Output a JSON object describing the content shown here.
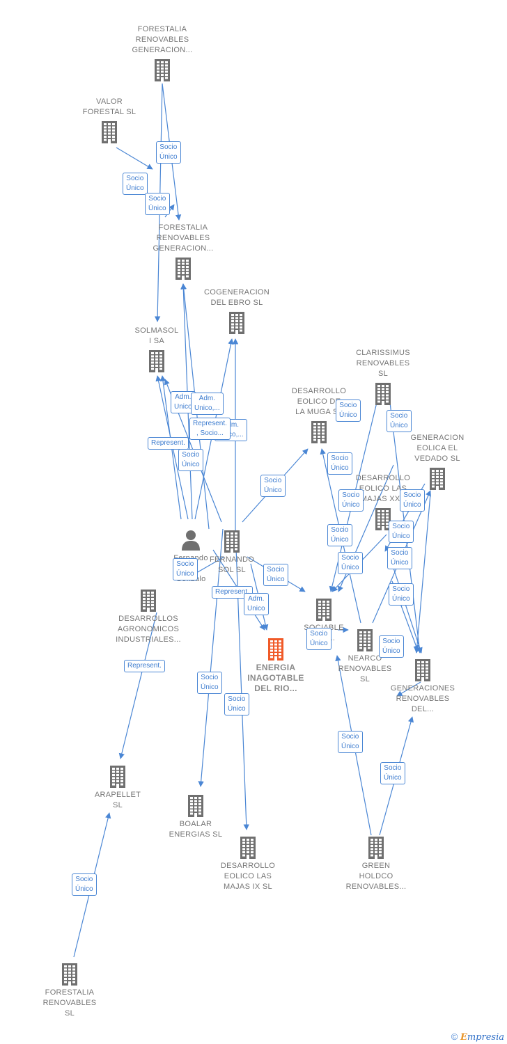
{
  "colors": {
    "edge": "#4a86d4",
    "node_icon": "#6f6f6f",
    "focus_icon": "#f05a28"
  },
  "nodes": [
    {
      "id": "forestalia_gen_top",
      "label": [
        "FORESTALIA",
        "RENOVABLES",
        "GENERACION..."
      ],
      "icon": "building-icon"
    },
    {
      "id": "valor_forestal",
      "label": [
        "VALOR",
        "FORESTAL SL"
      ],
      "icon": "building-icon"
    },
    {
      "id": "forestalia_gen_mid",
      "label": [
        "FORESTALIA",
        "RENOVABLES",
        "GENERACION..."
      ],
      "icon": "building-icon"
    },
    {
      "id": "cogeneracion_ebro",
      "label": [
        "COGENERACION",
        "DEL EBRO SL"
      ],
      "icon": "building-icon"
    },
    {
      "id": "solmasol",
      "label": [
        "SOLMASOL",
        "I SA"
      ],
      "icon": "building-icon"
    },
    {
      "id": "clarissimus",
      "label": [
        "CLARISSIMUS",
        "RENOVABLES",
        "SL"
      ],
      "icon": "building-icon"
    },
    {
      "id": "desarrollo_muga",
      "label": [
        "DESARROLLO",
        "EOLICO DE",
        "LA MUGA SL"
      ],
      "icon": "building-icon"
    },
    {
      "id": "generacion_vedado",
      "label": [
        "GENERACION",
        "EOLICA EL",
        "VEDADO SL"
      ],
      "icon": "building-icon"
    },
    {
      "id": "desarrollo_majas_xxv",
      "label": [
        "DESARROLLO",
        "EOLICO LAS",
        "MAJAS XXV"
      ],
      "icon": "building-icon"
    },
    {
      "id": "person",
      "label": [
        "Fernando",
        "Sol",
        "Gonzalo"
      ],
      "icon": "person-icon"
    },
    {
      "id": "fernando_sol",
      "label": [
        "FERNANDO",
        "SOL SL"
      ],
      "icon": "building-icon"
    },
    {
      "id": "desarrollos_agronomicos",
      "label": [
        "DESARROLLOS",
        "AGRONOMICOS",
        "INDUSTRIALES..."
      ],
      "icon": "building-icon"
    },
    {
      "id": "energia_inagotable",
      "label": [
        "ENERGIA",
        "INAGOTABLE",
        "DEL RIO..."
      ],
      "icon": "building-icon",
      "focus": true
    },
    {
      "id": "sociedad_del",
      "label": [
        "SOCIABLE",
        "DEL..."
      ],
      "icon": "building-icon"
    },
    {
      "id": "nearco",
      "label": [
        "NEARCO",
        "RENOVABLES",
        "SL"
      ],
      "icon": "building-icon"
    },
    {
      "id": "generaciones_renovables",
      "label": [
        "GENERACIONES",
        "RENOVABLES",
        "DEL..."
      ],
      "icon": "building-icon"
    },
    {
      "id": "arapellet",
      "label": [
        "ARAPELLET",
        "SL"
      ],
      "icon": "building-icon"
    },
    {
      "id": "boalar",
      "label": [
        "BOALAR",
        "ENERGIAS SL"
      ],
      "icon": "building-icon"
    },
    {
      "id": "desarrollo_majas_ix",
      "label": [
        "DESARROLLO",
        "EOLICO LAS",
        "MAJAS IX SL"
      ],
      "icon": "building-icon"
    },
    {
      "id": "green_holdco",
      "label": [
        "GREEN",
        "HOLDCO",
        "RENOVABLES..."
      ],
      "icon": "building-icon"
    },
    {
      "id": "forestalia_sl",
      "label": [
        "FORESTALIA",
        "RENOVABLES",
        "SL"
      ],
      "icon": "building-icon"
    }
  ],
  "edge_labels": [
    [
      "Socio",
      "Único"
    ],
    [
      "Socio",
      "Único"
    ],
    [
      "Socio",
      "Único"
    ],
    [
      "Adm.",
      "Unico"
    ],
    [
      "Adm.",
      "Unico,..."
    ],
    [
      "Adm.",
      "Unico,..."
    ],
    [
      "Represent.",
      ", Socio..."
    ],
    [
      "Represent."
    ],
    [
      "Socio",
      "Único"
    ],
    [
      "Socio",
      "Único"
    ],
    [
      "Socio",
      "Único"
    ],
    [
      "Socio",
      "Único"
    ],
    [
      "Socio",
      "Único"
    ],
    [
      "Socio",
      "Único"
    ],
    [
      "Socio",
      "Único"
    ],
    [
      "Socio",
      "Único"
    ],
    [
      "Socio",
      "Único"
    ],
    [
      "Socio",
      "Único"
    ],
    [
      "Socio",
      "Único"
    ],
    [
      "Socio",
      "Único"
    ],
    [
      "Socio",
      "Único"
    ],
    [
      "Socio",
      "Único"
    ],
    [
      "Socio",
      "Único"
    ],
    [
      "Represent."
    ],
    [
      "Adm.",
      "Unico"
    ],
    [
      "Socio",
      "Único"
    ],
    [
      "Socio",
      "Único"
    ],
    [
      "Socio",
      "Único"
    ],
    [
      "Represent."
    ],
    [
      "Socio",
      "Único"
    ],
    [
      "Socio",
      "Único"
    ],
    [
      "Socio",
      "Único"
    ],
    [
      "Socio",
      "Único"
    ],
    [
      "Adm.",
      "Unico,..."
    ]
  ],
  "footer": {
    "copyright": "©",
    "brand_first": "E",
    "brand_rest": "mpresia"
  }
}
